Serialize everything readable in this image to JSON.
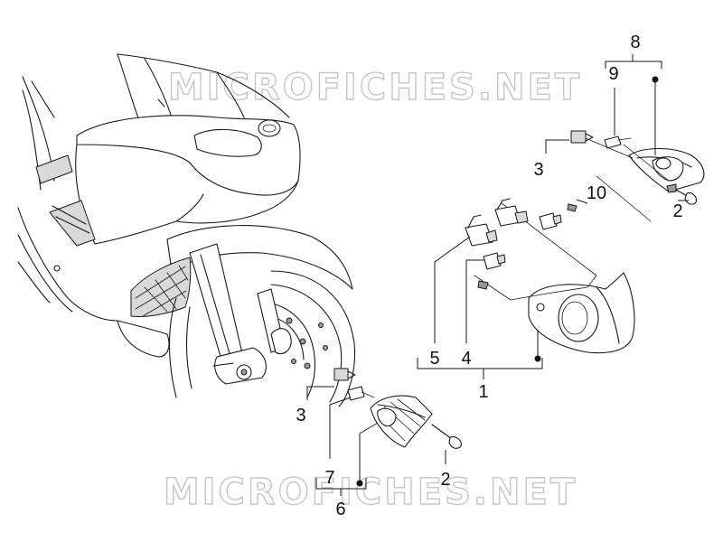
{
  "watermark": {
    "text": "MICROFICHES.NET",
    "color": "#bdbdbd"
  },
  "callouts": {
    "c1": "1",
    "c2_upper": "2",
    "c2_lower": "2",
    "c3_upper": "3",
    "c3_lower": "3",
    "c4": "4",
    "c5": "5",
    "c6": "6",
    "c7": "7",
    "c8": "8",
    "c9": "9",
    "c10": "10"
  },
  "parts": [
    {
      "id": "motorcycle-front",
      "depiction": "scooter front fairing, fender and wheel"
    },
    {
      "id": "headlight-assembly",
      "callout": "1"
    },
    {
      "id": "screw",
      "callout": "2"
    },
    {
      "id": "clip-nut",
      "callout": "3"
    },
    {
      "id": "bulb-small",
      "callout": "4"
    },
    {
      "id": "bulb-halogen",
      "callout": "5"
    },
    {
      "id": "turn-signal-left",
      "callout": "6"
    },
    {
      "id": "turn-signal-lens",
      "callout": "7"
    },
    {
      "id": "turn-signal-right",
      "callout": "8"
    },
    {
      "id": "turn-signal-lens-right",
      "callout": "9"
    },
    {
      "id": "adjust-screw",
      "callout": "10"
    }
  ]
}
